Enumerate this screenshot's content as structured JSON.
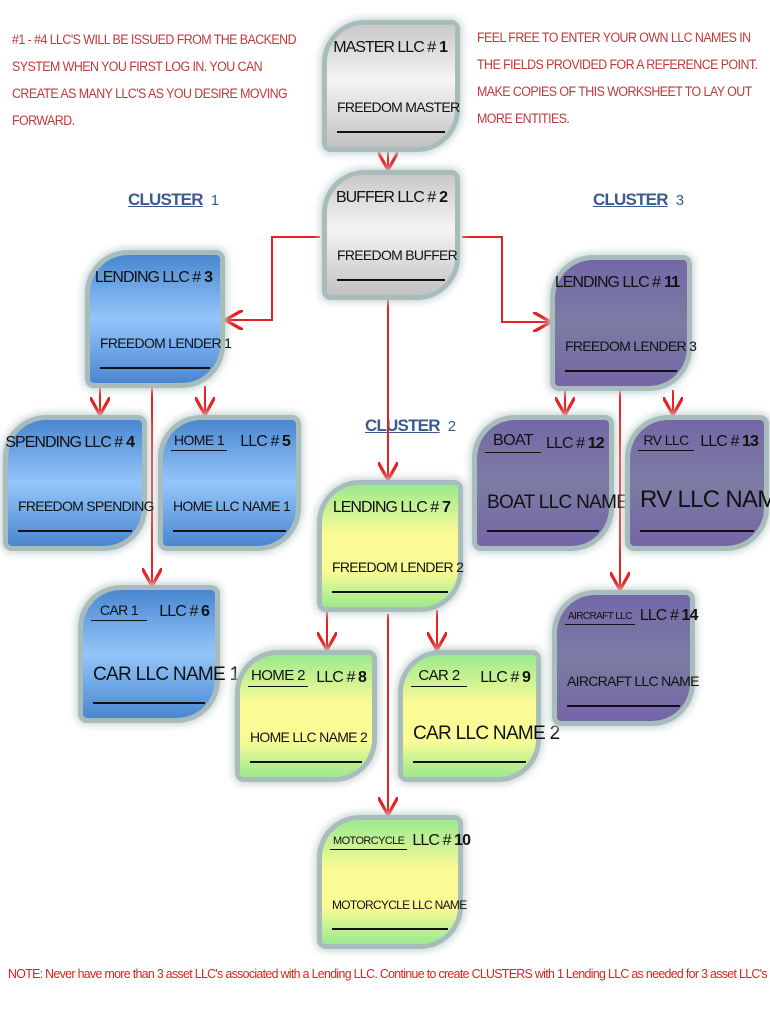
{
  "notes": {
    "left": "#1 - #4 LLC'S WILL BE ISSUED FROM THE BACKEND SYSTEM WHEN YOU FIRST LOG IN. YOU CAN CREATE AS MANY LLC'S AS YOU DESIRE MOVING FORWARD.",
    "right": "FEEL FREE TO ENTER YOUR OWN LLC NAMES IN THE FIELDS PROVIDED FOR A REFERENCE POINT. MAKE COPIES OF THIS WORKSHEET TO LAY OUT MORE ENTITIES."
  },
  "clusters": [
    {
      "word": "CLUSTER",
      "num": "1"
    },
    {
      "word": "CLUSTER",
      "num": "2"
    },
    {
      "word": "CLUSTER",
      "num": "3"
    }
  ],
  "boxes": [
    {
      "id": "master",
      "kind": "title",
      "header": "MASTER LLC #",
      "num": "1",
      "name": "FREEDOM MASTER",
      "color": "#c9c9c9"
    },
    {
      "id": "buffer",
      "kind": "title",
      "header": "BUFFER LLC #",
      "num": "2",
      "name": "FREEDOM BUFFER",
      "color": "#c9c9c9"
    },
    {
      "id": "lending-3",
      "kind": "title",
      "header": "LENDING LLC #",
      "num": "3",
      "name": "FREEDOM LENDER 1",
      "color": "#4a86d0"
    },
    {
      "id": "spending-4",
      "kind": "title",
      "header": "SPENDING LLC #",
      "num": "4",
      "name": "FREEDOM SPENDING",
      "color": "#4a86d0"
    },
    {
      "id": "home-5",
      "kind": "asset",
      "asset": "HOME 1",
      "llc": "LLC #",
      "num": "5",
      "name": "HOME LLC NAME 1",
      "color": "#4a86d0"
    },
    {
      "id": "car-6",
      "kind": "asset",
      "asset": "CAR 1",
      "llc": "LLC #",
      "num": "6",
      "name": "CAR LLC NAME 1",
      "color": "#4a86d0"
    },
    {
      "id": "lending-7",
      "kind": "title",
      "header": "LENDING LLC #",
      "num": "7",
      "name": "FREEDOM LENDER 2",
      "color": "#9be98e"
    },
    {
      "id": "home-8",
      "kind": "asset",
      "asset": "HOME 2",
      "llc": "LLC #",
      "num": "8",
      "name": "HOME LLC NAME 2",
      "color": "#9be98e"
    },
    {
      "id": "car-9",
      "kind": "asset",
      "asset": "CAR 2",
      "llc": "LLC #",
      "num": "9",
      "name": "CAR LLC NAME 2",
      "color": "#9be98e"
    },
    {
      "id": "motorcycle-10",
      "kind": "asset",
      "asset": "MOTORCYCLE",
      "llc": "LLC #",
      "num": "10",
      "name": "MOTORCYCLE LLC NAME",
      "color": "#9be98e"
    },
    {
      "id": "lending-11",
      "kind": "title",
      "header": "LENDING LLC #",
      "num": "11",
      "name": "FREEDOM LENDER 3",
      "color": "#7467a8"
    },
    {
      "id": "boat-12",
      "kind": "asset",
      "asset": "BOAT",
      "llc": "LLC #",
      "num": "12",
      "name": "BOAT LLC NAME",
      "color": "#7467a8"
    },
    {
      "id": "rv-13",
      "kind": "asset",
      "asset": "RV LLC",
      "llc": "LLC #",
      "num": "13",
      "name": "RV LLC NAME",
      "color": "#7467a8"
    },
    {
      "id": "aircraft-14",
      "kind": "asset",
      "asset": "AIRCRAFT LLC",
      "llc": "LLC #",
      "num": "14",
      "name": "AIRCRAFT LLC NAME",
      "color": "#7467a8"
    }
  ],
  "footer": "NOTE: Never have more than 3 asset  LLC's associated with a Lending LLC. Continue to create CLUSTERS with 1 Lending LLC as needed for 3 asset LLC's",
  "arrow_color": "#e82020"
}
